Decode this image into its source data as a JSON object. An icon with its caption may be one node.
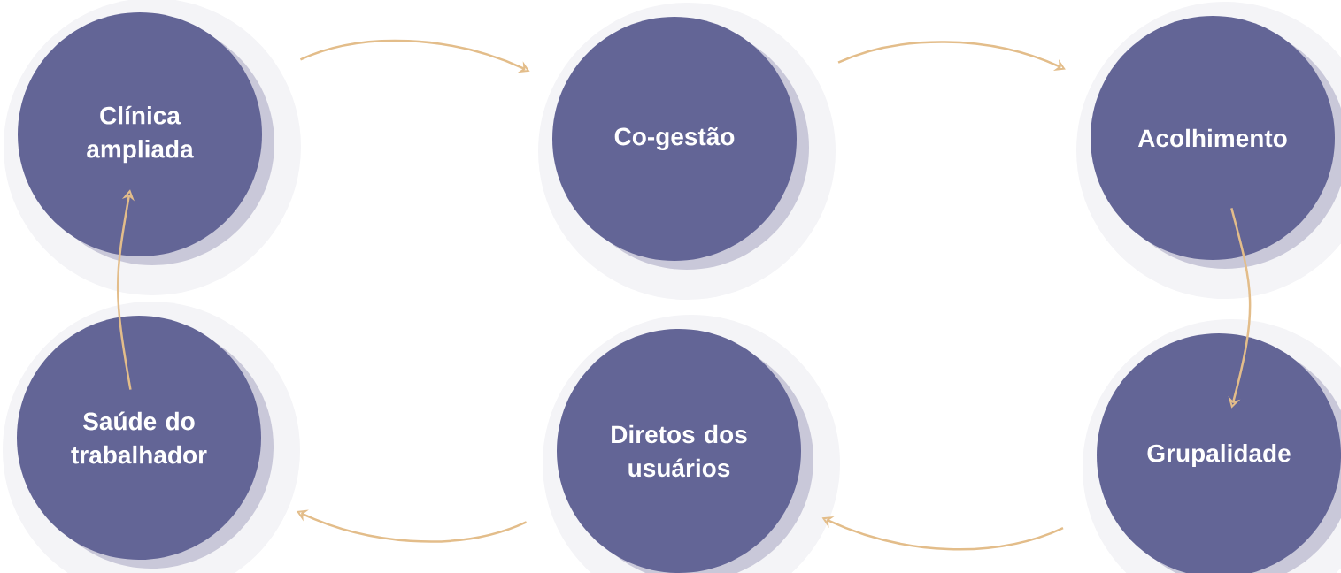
{
  "diagram": {
    "nodes": [
      {
        "text": [
          "Clínica ampliada"
        ]
      },
      {
        "text": [
          "Co-gestão"
        ]
      },
      {
        "text": [
          "Acolhimento"
        ]
      },
      {
        "text": [
          "Saúde do trabalhador"
        ]
      },
      {
        "text": [
          "Diretos dos usuários"
        ]
      },
      {
        "text": [
          "Grupalidade"
        ]
      }
    ],
    "edges": [
      {
        "from": 0,
        "to": 1,
        "arrow": "to"
      },
      {
        "from": 1,
        "to": 2,
        "arrow": "to"
      },
      {
        "from": 2,
        "to": 5,
        "arrow": "to"
      },
      {
        "from": 5,
        "to": 4,
        "arrow": "to"
      },
      {
        "from": 4,
        "to": 3,
        "arrow": "to"
      },
      {
        "from": 3,
        "to": 0,
        "arrow": "to"
      }
    ]
  }
}
